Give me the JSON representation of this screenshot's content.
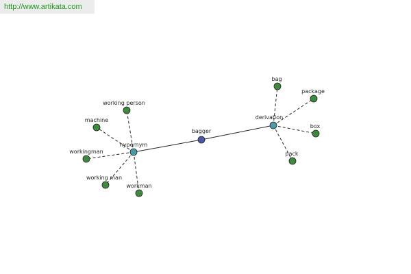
{
  "watermark": {
    "text": "http://www.artikata.com"
  },
  "graph": {
    "center": "bagger",
    "relations": [
      {
        "name": "hypernym",
        "terms": [
          "working person",
          "machine",
          "workingman",
          "working man",
          "workman"
        ]
      },
      {
        "name": "derivation",
        "terms": [
          "bag",
          "package",
          "box",
          "pack"
        ]
      }
    ]
  },
  "colors": {
    "center_node": "#4a5aa0",
    "relation_node": "#4a9aa8",
    "term_node": "#3f8a3f",
    "edge": "#222222",
    "watermark_text": "#1a9a1a",
    "watermark_bg": "#ececec"
  }
}
